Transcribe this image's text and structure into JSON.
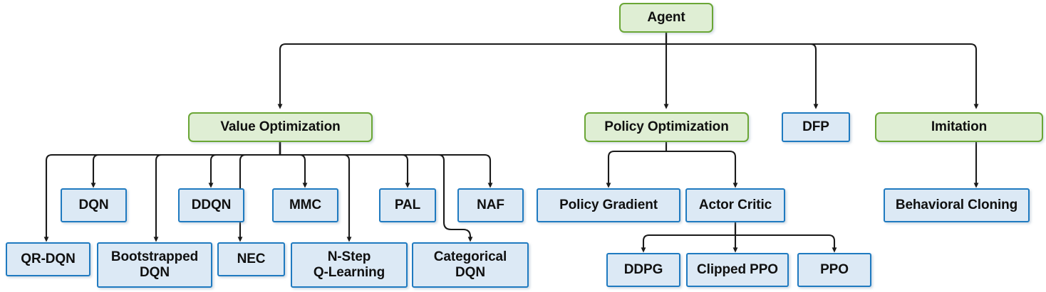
{
  "diagram": {
    "title": "Reinforcement Learning Agent Algorithm Taxonomy",
    "type": "tree-hierarchy",
    "colors": {
      "category_fill": "#dfeed4",
      "category_border": "#6aa635",
      "algorithm_fill": "#dce9f5",
      "algorithm_border": "#1f7ac0",
      "edge": "#1a1a1a",
      "background": "#ffffff"
    },
    "legend": {
      "green_meaning": "category",
      "blue_meaning": "algorithm"
    }
  },
  "nodes": {
    "agent": {
      "label": "Agent",
      "kind": "category"
    },
    "value_optimization": {
      "label": "Value Optimization",
      "kind": "category"
    },
    "policy_optimization": {
      "label": "Policy Optimization",
      "kind": "category"
    },
    "dfp": {
      "label": "DFP",
      "kind": "algorithm"
    },
    "imitation": {
      "label": "Imitation",
      "kind": "category"
    },
    "dqn": {
      "label": "DQN",
      "kind": "algorithm"
    },
    "ddqn": {
      "label": "DDQN",
      "kind": "algorithm"
    },
    "mmc": {
      "label": "MMC",
      "kind": "algorithm"
    },
    "pal": {
      "label": "PAL",
      "kind": "algorithm"
    },
    "naf": {
      "label": "NAF",
      "kind": "algorithm"
    },
    "qr_dqn": {
      "label": "QR-DQN",
      "kind": "algorithm"
    },
    "bootstrapped_dqn": {
      "label": "Bootstrapped\nDQN",
      "kind": "algorithm"
    },
    "nec": {
      "label": "NEC",
      "kind": "algorithm"
    },
    "n_step_q_learning": {
      "label": "N-Step\nQ-Learning",
      "kind": "algorithm"
    },
    "categorical_dqn": {
      "label": "Categorical\nDQN",
      "kind": "algorithm"
    },
    "policy_gradient": {
      "label": "Policy Gradient",
      "kind": "algorithm"
    },
    "actor_critic": {
      "label": "Actor Critic",
      "kind": "algorithm"
    },
    "ddpg": {
      "label": "DDPG",
      "kind": "algorithm"
    },
    "clipped_ppo": {
      "label": "Clipped PPO",
      "kind": "algorithm"
    },
    "ppo": {
      "label": "PPO",
      "kind": "algorithm"
    },
    "behavioral_cloning": {
      "label": "Behavioral Cloning",
      "kind": "algorithm"
    }
  },
  "edges": [
    {
      "from": "agent",
      "to": "value_optimization"
    },
    {
      "from": "agent",
      "to": "policy_optimization"
    },
    {
      "from": "agent",
      "to": "dfp"
    },
    {
      "from": "agent",
      "to": "imitation"
    },
    {
      "from": "value_optimization",
      "to": "dqn"
    },
    {
      "from": "value_optimization",
      "to": "ddqn"
    },
    {
      "from": "value_optimization",
      "to": "mmc"
    },
    {
      "from": "value_optimization",
      "to": "pal"
    },
    {
      "from": "value_optimization",
      "to": "naf"
    },
    {
      "from": "value_optimization",
      "to": "qr_dqn"
    },
    {
      "from": "value_optimization",
      "to": "bootstrapped_dqn"
    },
    {
      "from": "value_optimization",
      "to": "nec"
    },
    {
      "from": "value_optimization",
      "to": "n_step_q_learning"
    },
    {
      "from": "value_optimization",
      "to": "categorical_dqn"
    },
    {
      "from": "policy_optimization",
      "to": "policy_gradient"
    },
    {
      "from": "policy_optimization",
      "to": "actor_critic"
    },
    {
      "from": "actor_critic",
      "to": "ddpg"
    },
    {
      "from": "actor_critic",
      "to": "clipped_ppo"
    },
    {
      "from": "actor_critic",
      "to": "ppo"
    },
    {
      "from": "imitation",
      "to": "behavioral_cloning"
    }
  ]
}
